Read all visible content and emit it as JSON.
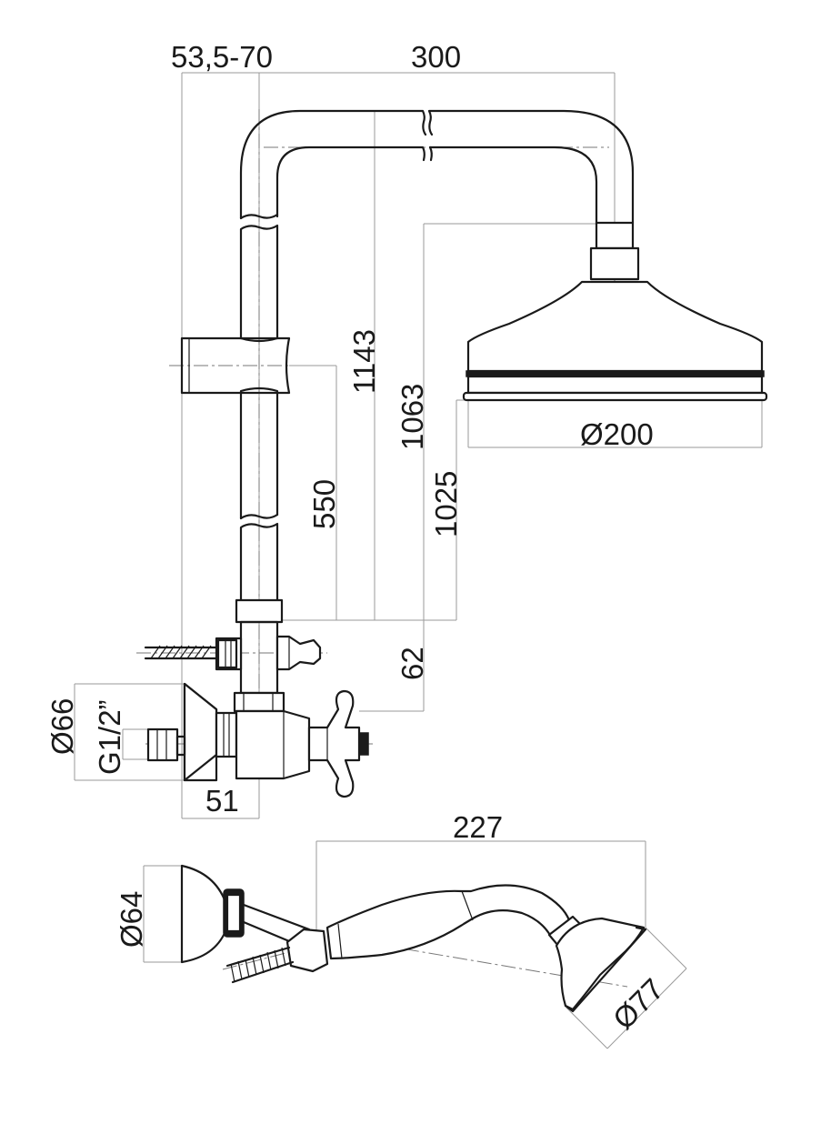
{
  "dimensions": {
    "wall_offset": "53,5-70",
    "arm_length": "300",
    "overall_height": "1143",
    "head_height": "1063",
    "head_bottom_height": "1025",
    "slider_height": "550",
    "inlet_to_diverter": "62",
    "head_diameter": "Ø200",
    "flange_diameter": "Ø66",
    "thread": "G1/2”",
    "inlet_projection": "51",
    "handshower_length": "227",
    "holder_diameter": "Ø64",
    "handshower_diameter": "Ø77"
  },
  "colors": {
    "line": "#1a1a1a",
    "dimension_line": "#9a9a9a"
  }
}
